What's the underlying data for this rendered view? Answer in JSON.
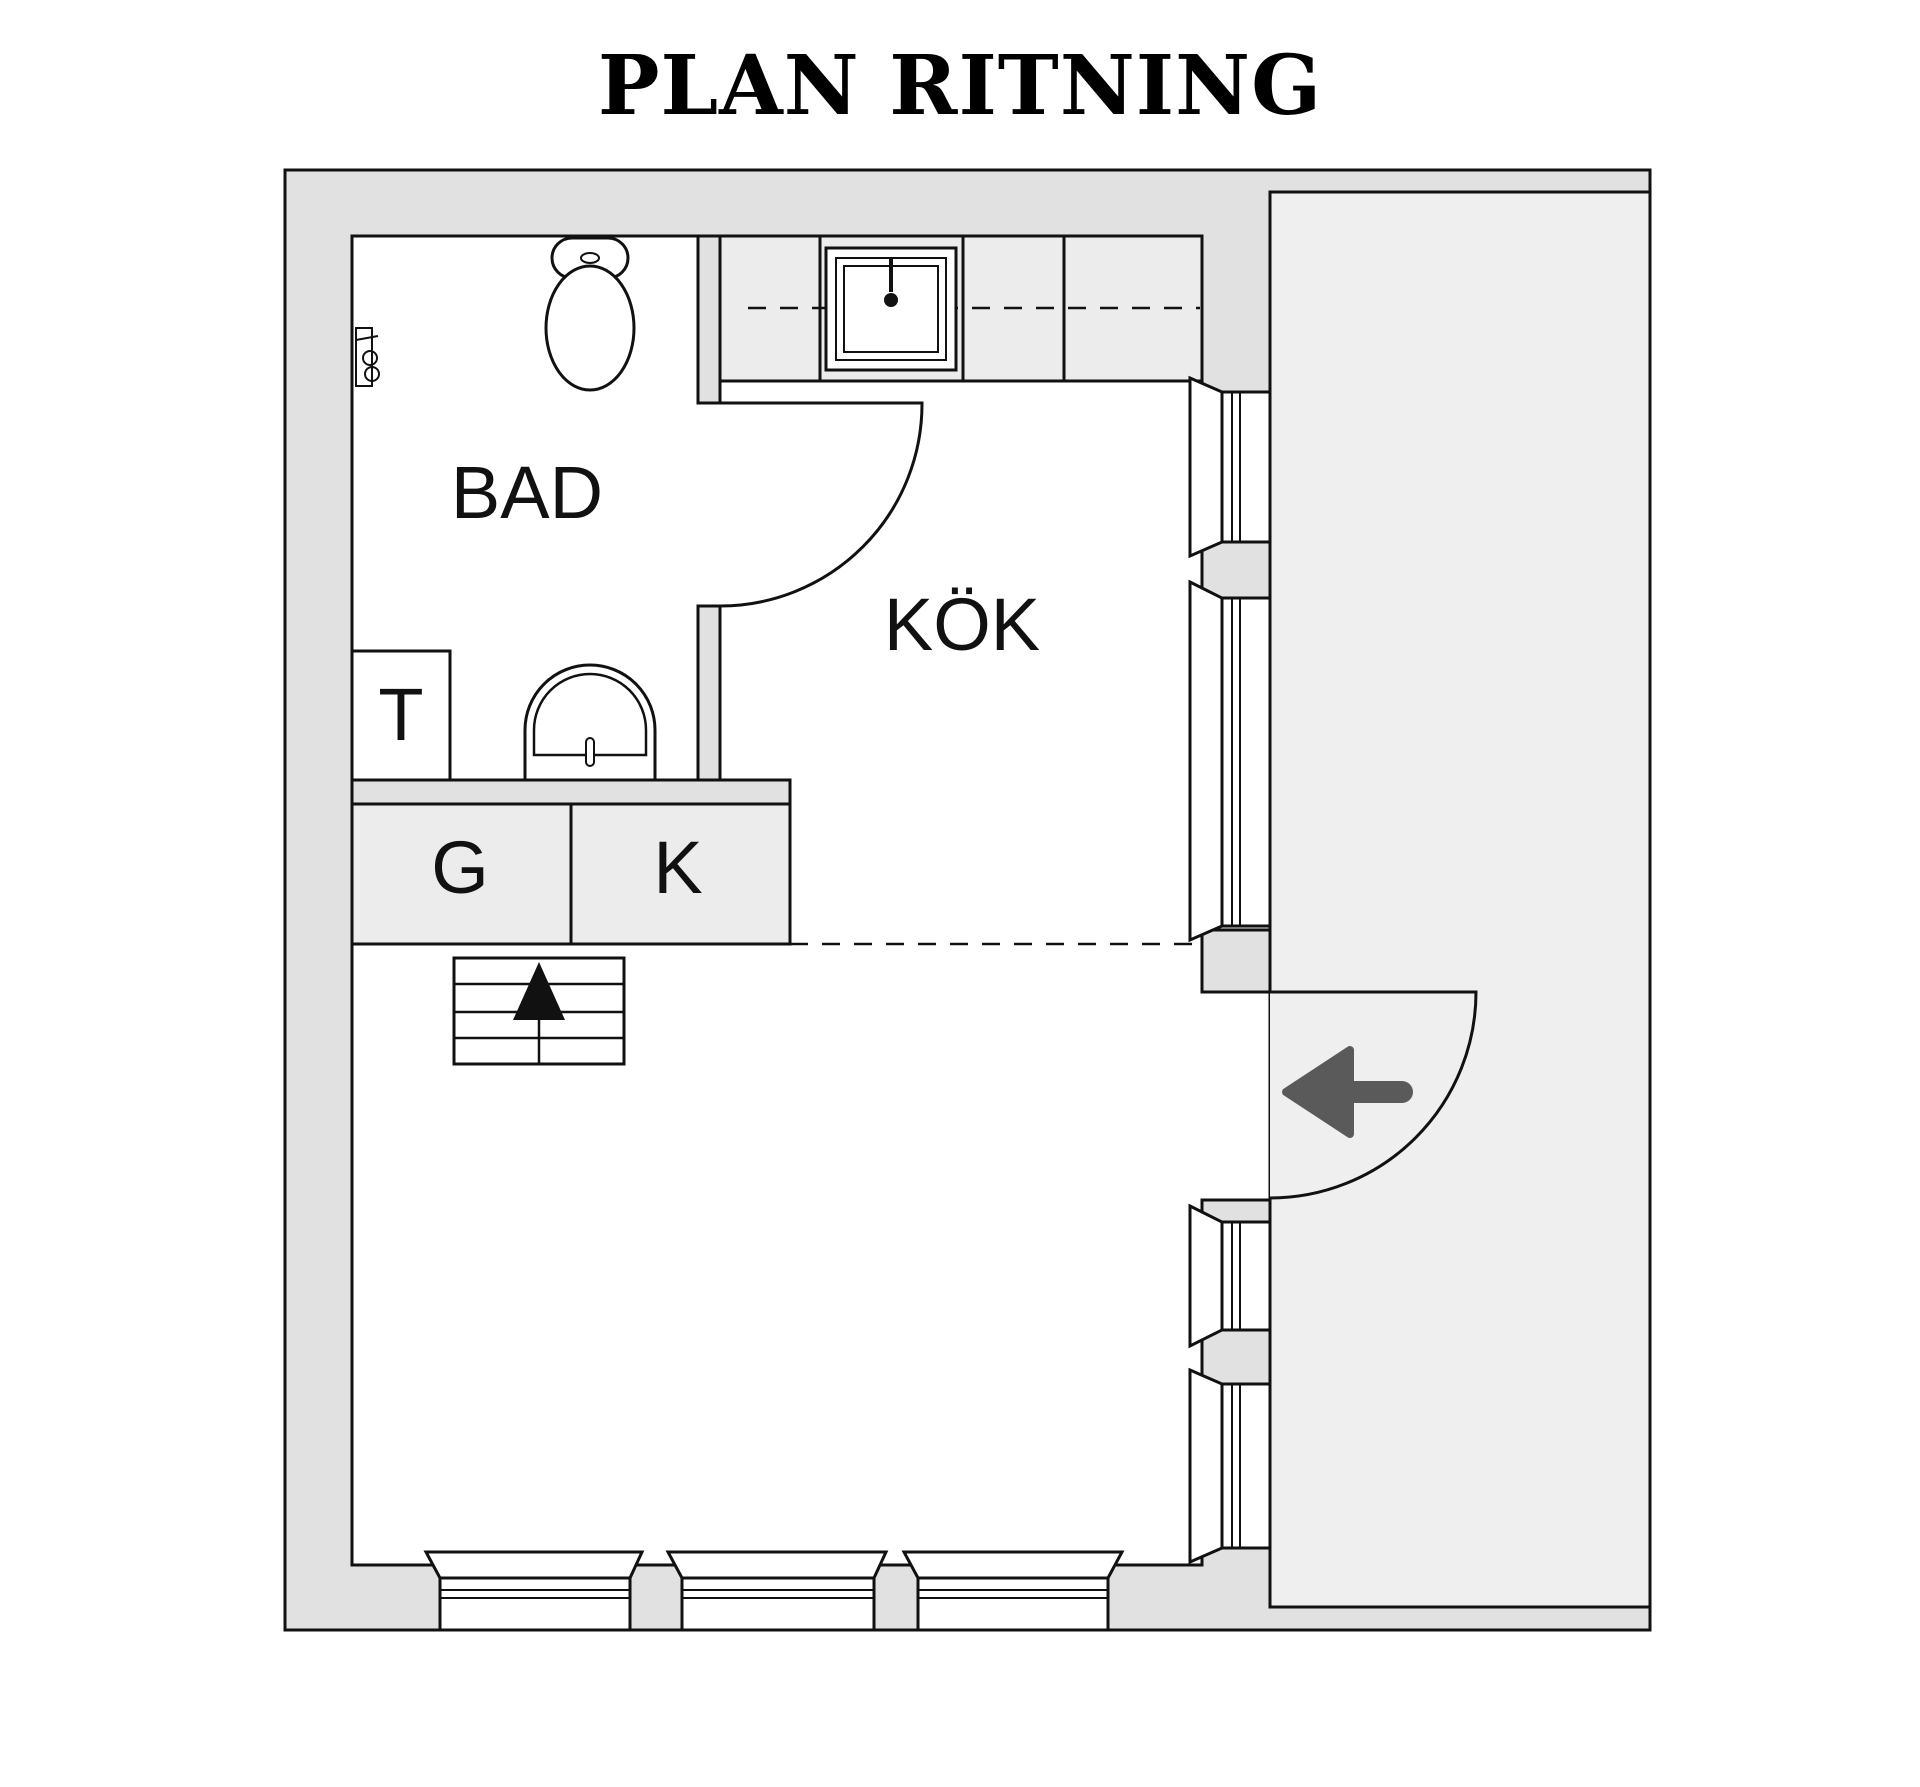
{
  "title": "PLAN RITNING",
  "rooms": {
    "bathroom": "BAD",
    "kitchen": "KÖK",
    "wardrobe_t": "T",
    "closet_g": "G",
    "closet_k": "K"
  },
  "colors": {
    "wall": "#e1e1e1",
    "floor": "#ffffff",
    "balcony": "#efefef",
    "cabinet": "#ececec",
    "line": "#111111",
    "entry_arrow": "#5a5a5a"
  },
  "icons": {
    "entry": "arrow-left-icon",
    "stairs": "arrow-up-icon",
    "toilet": "toilet-icon",
    "sink": "sink-icon",
    "washbasin": "washbasin-icon",
    "shower": "shower-icon"
  }
}
